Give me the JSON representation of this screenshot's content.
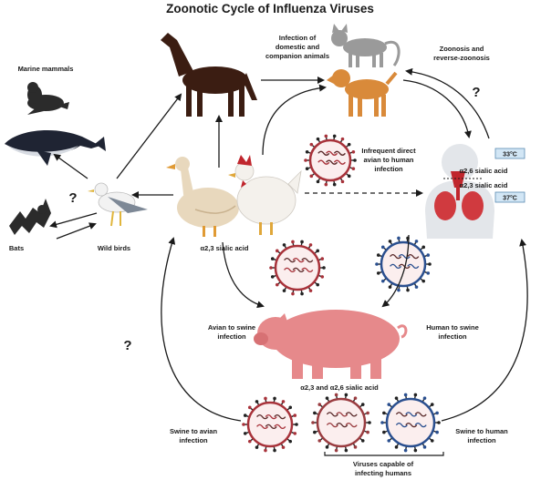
{
  "title": "Zoonotic Cycle of Influenza Viruses",
  "labels": {
    "marine_mammals": "Marine mammals",
    "bats": "Bats",
    "wild_birds": "Wild birds",
    "domestic_line1": "Infection of",
    "domestic_line2": "domestic and",
    "domestic_line3": "companion animals",
    "zoonosis_line1": "Zoonosis and",
    "zoonosis_line2": "reverse-zoonosis",
    "direct_line1": "Infrequent direct",
    "direct_line2": "avian to human",
    "direct_line3": "infection",
    "a23": "α2,3 sialic acid",
    "a26_human": "α2,6 sialic acid",
    "a23_human": "α2,3 sialic acid",
    "temp_upper": "33°C",
    "temp_lower": "37°C",
    "avian_swine_line1": "Avian to swine",
    "avian_swine_line2": "infection",
    "human_swine_line1": "Human to swine",
    "human_swine_line2": "infection",
    "swine_receptors": "α2,3 and  α2,6 sialic acid",
    "swine_avian_line1": "Swine to avian",
    "swine_avian_line2": "infection",
    "swine_human_line1": "Swine to human",
    "swine_human_line2": "infection",
    "capable_line1": "Viruses capable of",
    "capable_line2": "infecting humans",
    "question": "?"
  },
  "colors": {
    "avian_virus": "#a8323a",
    "human_virus": "#2a4f8f",
    "swine_virus_core": "#9a3c40",
    "pig": "#e6898b",
    "horse": "#3b1d12",
    "dog": "#d98a3a",
    "cat": "#9a9a9a",
    "human_body": "#e3e6ea",
    "temp_box": "#d2e6f5"
  }
}
